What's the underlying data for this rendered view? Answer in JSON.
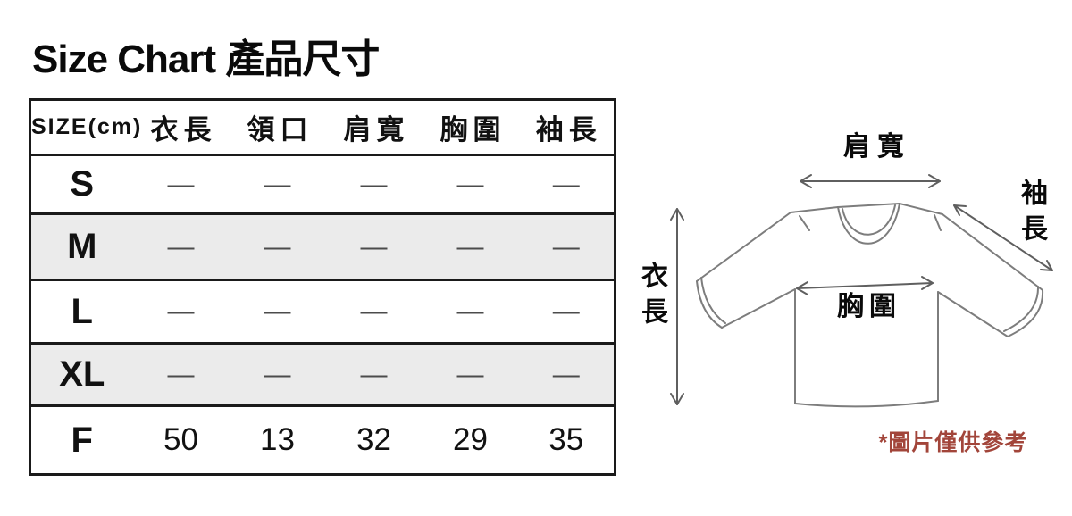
{
  "title": "Size Chart 產品尺寸",
  "table": {
    "size_header": "SIZE(cm)",
    "columns": [
      "衣長",
      "領口",
      "肩寬",
      "胸圍",
      "袖長"
    ],
    "rows": [
      {
        "size": "S",
        "values": [
          "—",
          "—",
          "—",
          "—",
          "—"
        ]
      },
      {
        "size": "M",
        "values": [
          "—",
          "—",
          "—",
          "—",
          "—"
        ]
      },
      {
        "size": "L",
        "values": [
          "—",
          "—",
          "—",
          "—",
          "—"
        ]
      },
      {
        "size": "XL",
        "values": [
          "—",
          "—",
          "—",
          "—",
          "—"
        ]
      },
      {
        "size": "F",
        "values": [
          "50",
          "13",
          "32",
          "29",
          "35"
        ]
      }
    ]
  },
  "diagram": {
    "labels": {
      "shoulder_width": "肩寬",
      "sleeve_length": "袖長",
      "garment_length": "衣長",
      "chest": "胸圍"
    },
    "note": "*圖片僅供參考"
  },
  "colors": {
    "row_shade": "#ebebeb",
    "table_border": "#1a1a1a",
    "dash": "#4b4b4b",
    "shirt_outline": "#7d7d7d",
    "arrow": "#5f5f5f",
    "note_text": "#a2453a"
  }
}
